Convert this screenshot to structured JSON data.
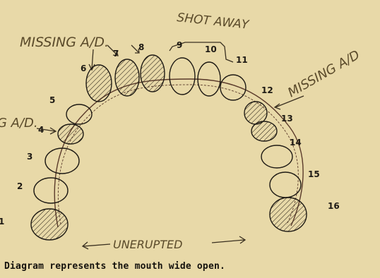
{
  "annotations": {
    "missing_upper_left": "MISSING A/D.",
    "shot_away": "SHOT AWAY",
    "missing_right": "MISSING A/D",
    "missing_left_edge": "G A/D.",
    "unerupted": "UNERUPTED"
  },
  "teeth": [
    {
      "label": "1",
      "state": "hatched"
    },
    {
      "label": "2",
      "state": "outline"
    },
    {
      "label": "3",
      "state": "outline"
    },
    {
      "label": "4",
      "state": "hatched"
    },
    {
      "label": "5",
      "state": "outline"
    },
    {
      "label": "6",
      "state": "hatched"
    },
    {
      "label": "7",
      "state": "hatched"
    },
    {
      "label": "8",
      "state": "hatched"
    },
    {
      "label": "9",
      "state": "outline"
    },
    {
      "label": "10",
      "state": "outline"
    },
    {
      "label": "11",
      "state": "outline"
    },
    {
      "label": "12",
      "state": "hatched"
    },
    {
      "label": "13",
      "state": "hatched"
    },
    {
      "label": "14",
      "state": "outline"
    },
    {
      "label": "15",
      "state": "outline"
    },
    {
      "label": "16",
      "state": "hatched"
    }
  ],
  "caption": "Diagram represents the mouth wide open.",
  "colors": {
    "paper": "#e8d9a8",
    "ink": "#1e1a14",
    "pencil": "#5a4a2a"
  }
}
